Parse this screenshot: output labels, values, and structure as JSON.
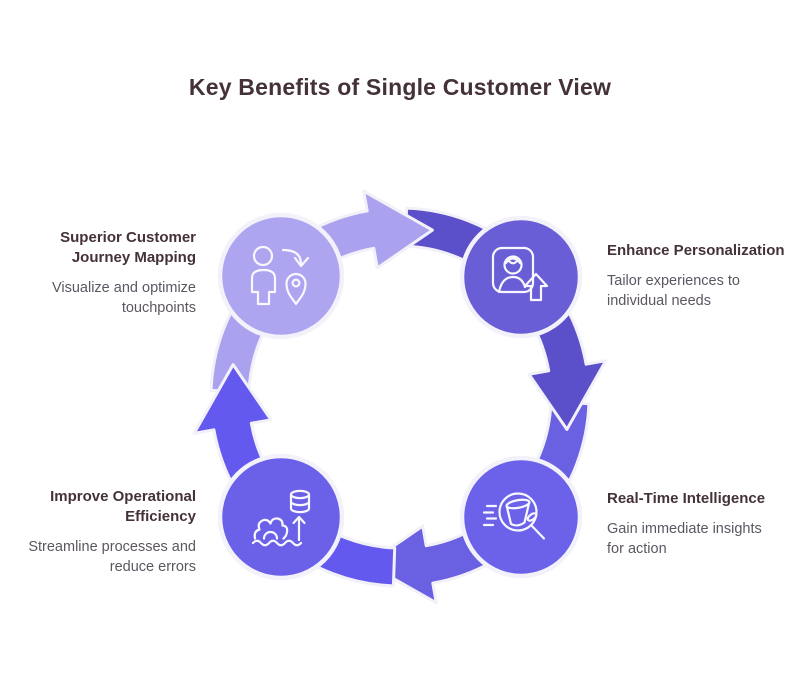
{
  "title": "Key Benefits of Single Customer View",
  "colors": {
    "background": "#ffffff",
    "title_text": "#453239",
    "node_title_text": "#453239",
    "desc_text": "#5c5661",
    "band_outline": "#f2f1fa",
    "segment_light": "#aaa2ee",
    "segment_dark": "#5b50c9",
    "segment_medium": "#6a60e2",
    "segment_bright": "#6459ef",
    "circle_journey": "#ada5f0",
    "circle_personalization": "#695ed6",
    "circle_realtime": "#6c62e9",
    "circle_efficiency": "#6b61e9",
    "icon_stroke": "#f8f7fe"
  },
  "nodes": [
    {
      "id": "journey-mapping",
      "title_lines": [
        "Superior Customer",
        "Journey Mapping"
      ],
      "desc_lines": [
        "Visualize and optimize",
        "touchpoints"
      ],
      "icon": "customer-journey-icon"
    },
    {
      "id": "personalization",
      "title_lines": [
        "Enhance Personalization"
      ],
      "desc_lines": [
        "Tailor experiences to",
        "individual needs"
      ],
      "icon": "profile-upgrade-icon"
    },
    {
      "id": "realtime-intelligence",
      "title_lines": [
        "Real-Time Intelligence"
      ],
      "desc_lines": [
        "Gain immediate insights",
        "for action"
      ],
      "icon": "realtime-search-icon"
    },
    {
      "id": "operational-efficiency",
      "title_lines": [
        "Improve Operational",
        "Efficiency"
      ],
      "desc_lines": [
        "Streamline processes and",
        "reduce errors"
      ],
      "icon": "process-efficiency-icon"
    }
  ]
}
